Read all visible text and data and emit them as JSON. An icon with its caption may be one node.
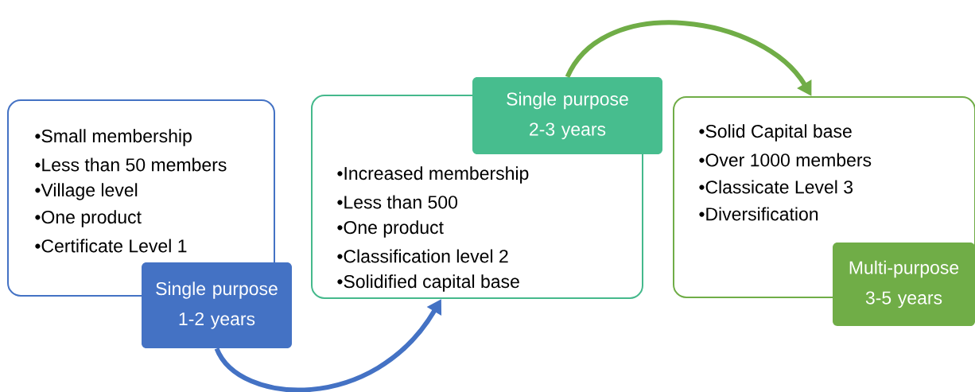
{
  "diagram": {
    "nodes": [
      {
        "text": [
          "•Small membership",
          "•Less than 50 members",
          "•Village level",
          "•One product",
          "•Certificate Level 1"
        ]
      },
      {
        "text": [
          "Single purpose 1-2 years"
        ]
      },
      {
        "text": [
          "•Increased membership",
          "•Less than 500",
          "•One product",
          "•Classification level 2",
          "•Solidified capital base"
        ]
      },
      {
        "text": [
          "Single purpose 2-3 years"
        ]
      },
      {
        "text": [
          "•Solid Capital base",
          "•Over 1000 members",
          "•Classicate Level 3",
          "•Diversification"
        ]
      },
      {
        "text": [
          "Multi-purpose 3-5 years"
        ]
      }
    ],
    "edges": [
      {
        "from": 1,
        "to": 2,
        "arrow": "to",
        "color": "#4472c4"
      },
      {
        "from": 3,
        "to": 4,
        "arrow": "to",
        "color": "#70ad47"
      }
    ]
  }
}
